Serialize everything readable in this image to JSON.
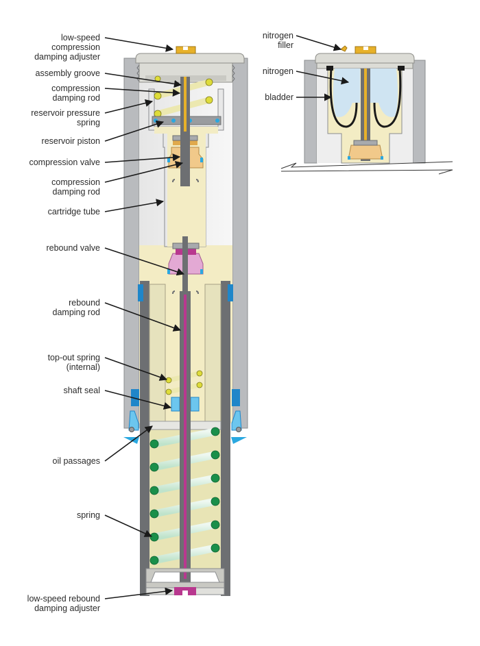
{
  "labels": {
    "lsc_adjuster": [
      "low-speed",
      "compression",
      "damping adjuster"
    ],
    "assembly_groove": "assembly groove",
    "comp_rod_top": [
      "compression",
      "damping rod"
    ],
    "reservoir_spring": [
      "reservoir pressure",
      "spring"
    ],
    "reservoir_piston": "reservoir piston",
    "compression_valve": "compression valve",
    "comp_rod_mid": [
      "compression",
      "damping rod"
    ],
    "cartridge_tube": "cartridge tube",
    "rebound_valve": "rebound valve",
    "rebound_rod": [
      "rebound",
      "damping rod"
    ],
    "topout_spring": [
      "top-out spring",
      "(internal)"
    ],
    "shaft_seal": "shaft seal",
    "oil_passages": "oil passages",
    "spring": "spring",
    "lsr_adjuster": [
      "low-speed rebound",
      "damping adjuster"
    ],
    "nitrogen_filler": [
      "nitrogen",
      "filler"
    ],
    "nitrogen": "nitrogen",
    "bladder": "bladder"
  },
  "colors": {
    "outer_tube": "#b9bbbe",
    "oil": "#f3ecc4",
    "cap": "#dcdcd6",
    "rod": "#6d6f72",
    "compression_adjuster": "#e7b12a",
    "rebound_adjuster": "#b8388f",
    "rebound_valve": "#e3a9d4",
    "compression_valve": "#f1c98a",
    "seal": "#1f86c9",
    "main_spring": "#1a8f4a",
    "main_spring_body": "#d5eedd",
    "pressure_spring": "#dedc3a",
    "nitrogen_gas": "#cfe4f2",
    "bladder": "#1a1a1a"
  }
}
